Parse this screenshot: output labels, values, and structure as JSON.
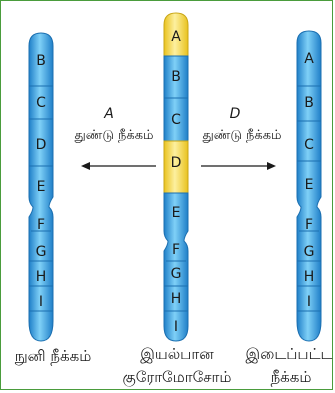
{
  "colors": {
    "blue": "#2a8fd6",
    "blue_light": "#6cc3f3",
    "yellow": "#f3d441",
    "yellow_light": "#fbe98a",
    "border": "#4a9c3c",
    "arrow": "#1a1a1a"
  },
  "normal_chromosome": {
    "bands": [
      "A",
      "B",
      "C",
      "D",
      "E",
      "F",
      "G",
      "H",
      "I"
    ],
    "caption_line1": "இயல்பான",
    "caption_line2": "குரோமோசோம்"
  },
  "terminal_deletion": {
    "bands": [
      "B",
      "C",
      "D",
      "E",
      "F",
      "G",
      "H",
      "I"
    ],
    "arrow_letter": "A",
    "arrow_text": "துண்டு நீக்கம்",
    "caption_line1": "நுனி நீக்கம்"
  },
  "interstitial_deletion": {
    "bands": [
      "A",
      "B",
      "C",
      "E",
      "F",
      "G",
      "H",
      "I"
    ],
    "arrow_letter": "D",
    "arrow_text": "துண்டு நீக்கம்",
    "caption_line1": "இடைப்பட்ட",
    "caption_line2": "நீக்கம்"
  }
}
